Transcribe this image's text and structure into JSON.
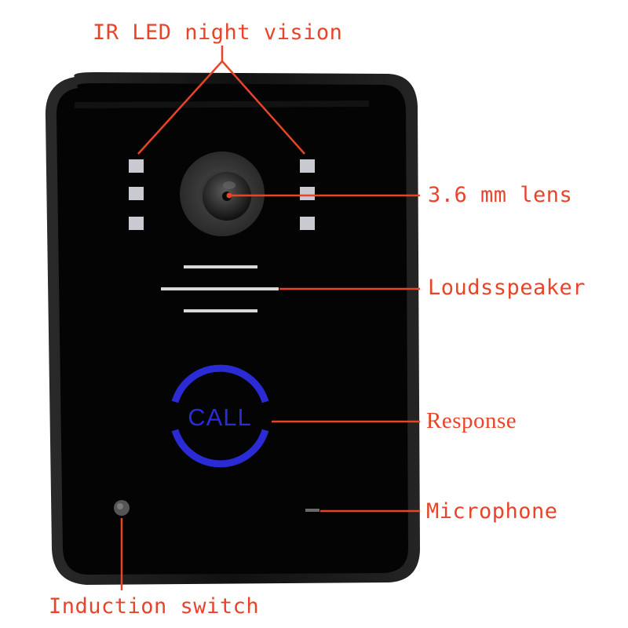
{
  "labels": {
    "ir_led": "IR LED night vision",
    "lens": "3.6 mm lens",
    "speaker": "Loudsspeaker",
    "response": "Response",
    "microphone": "Microphone",
    "induction": "Induction switch"
  },
  "device": {
    "call_text": "CALL"
  },
  "colors": {
    "annotation": "#e8442a",
    "call_ring": "#2b2bd6",
    "panel": "#050505",
    "frame": "#1a1a1a",
    "led": "#c9c9d1"
  }
}
